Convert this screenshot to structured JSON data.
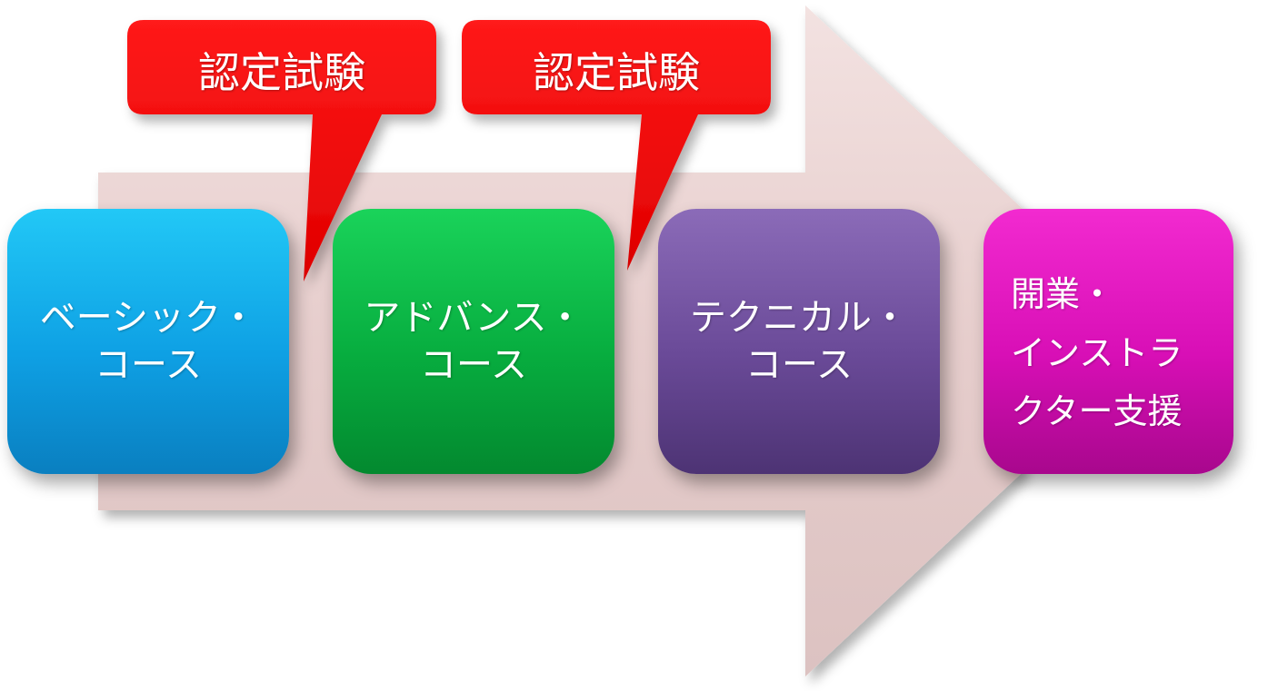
{
  "steps": [
    {
      "label": "ベーシック・\nコース",
      "color": "#0ea0e4"
    },
    {
      "label": "アドバンス・\nコース",
      "color": "#07ad3f"
    },
    {
      "label": "テクニカル・\nコース",
      "color": "#6a4a98"
    },
    {
      "label": "開業・\nインストラ\nクター支援",
      "color": "#d80fb6"
    }
  ],
  "callouts": [
    {
      "label": "認定試験",
      "color": "#ff0000"
    },
    {
      "label": "認定試験",
      "color": "#ff0000"
    }
  ],
  "arrow_color": "#e9d0cf"
}
